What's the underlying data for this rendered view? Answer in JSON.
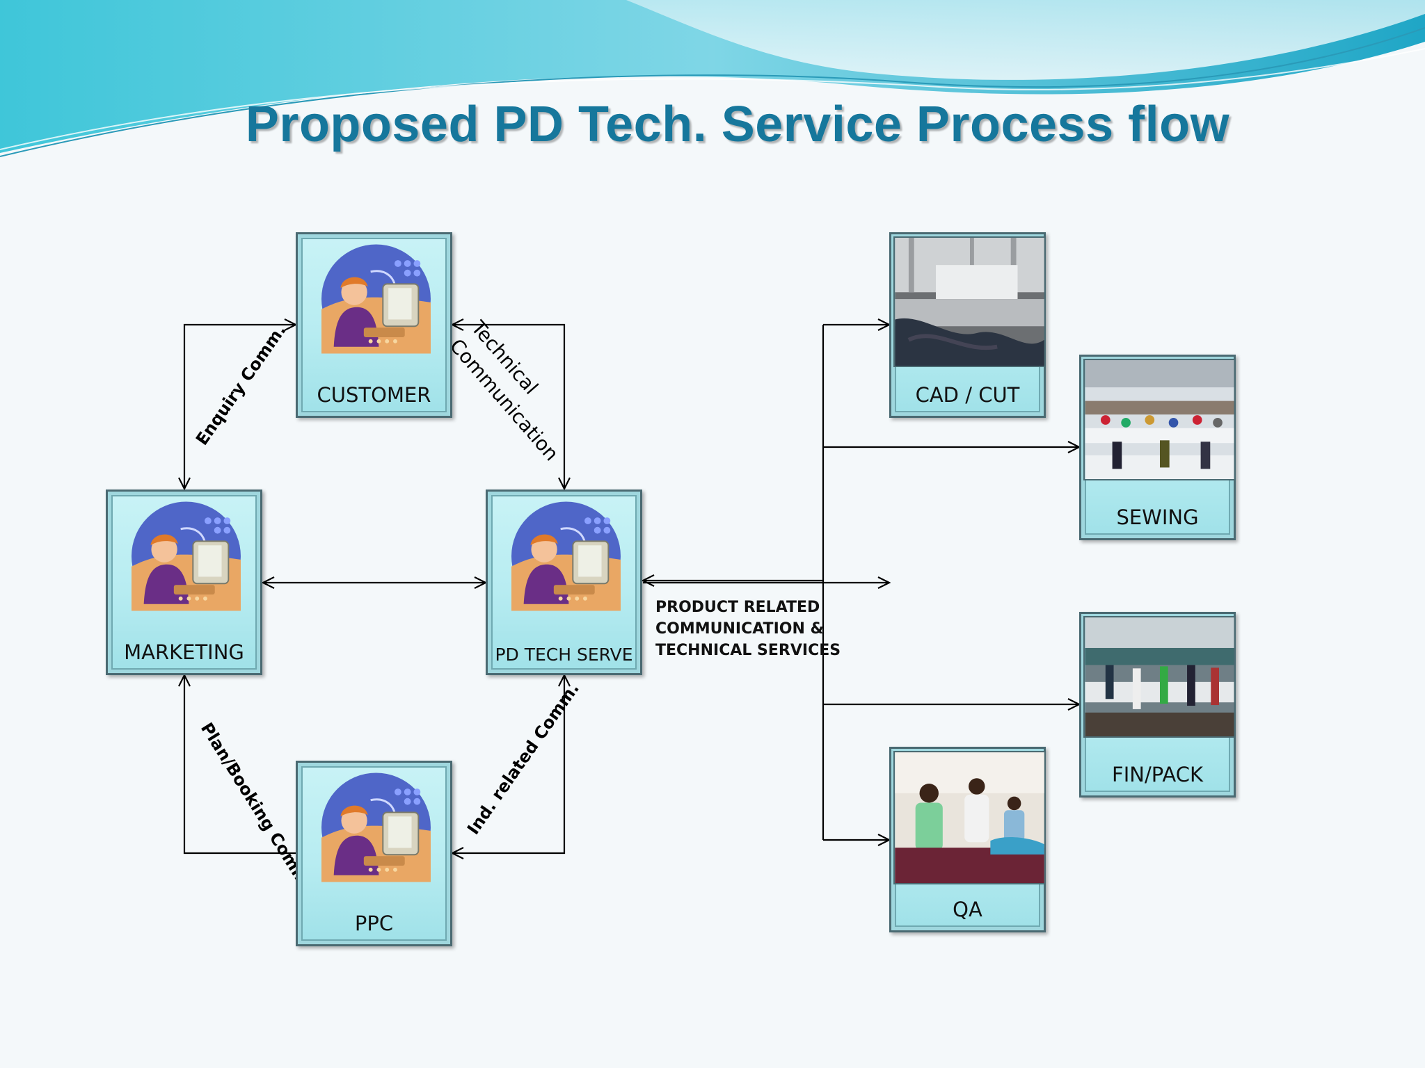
{
  "title": "Proposed PD Tech. Service Process flow",
  "colors": {
    "title": "#16779c",
    "box": "#b7ecf1",
    "border": "#4a6a72"
  },
  "nodes": {
    "customer": "CUSTOMER",
    "marketing": "MARKETING",
    "pd_tech": "PD TECH SERVE",
    "ppc": "PPC",
    "cad_cut": "CAD / CUT",
    "sewing": "SEWING",
    "fin_pack": "FIN/PACK",
    "qa": "QA"
  },
  "edges": {
    "enquiry": "Enquiry Comm.",
    "technical_1": "Technical",
    "technical_2": "Communication",
    "plan_booking": "Plan/Booking Comm.",
    "ind_related": "Ind. related Comm."
  },
  "product_related": [
    "PRODUCT RELATED",
    "COMMUNICATION &",
    "TECHNICAL SERVICES"
  ]
}
